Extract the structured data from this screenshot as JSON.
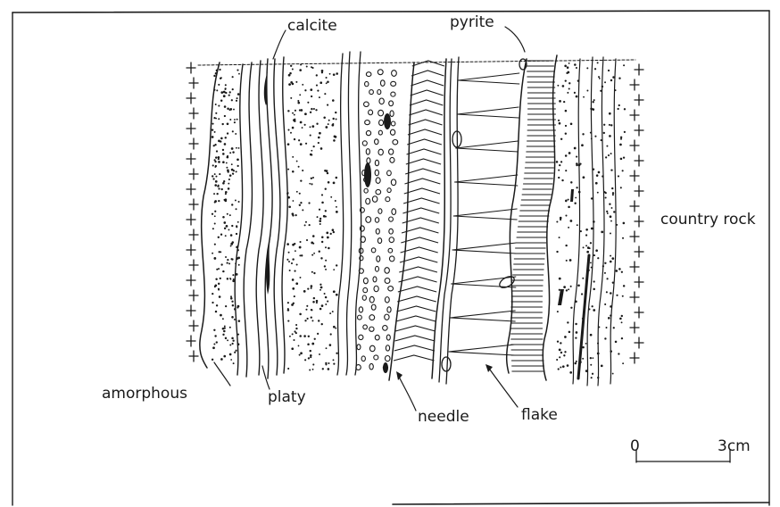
{
  "labels": {
    "calcite": "calcite",
    "pyrite": "pyrite",
    "country_rock": "country rock",
    "amorphous": "amorphous",
    "platy": "platy",
    "needle": "needle",
    "flake": "flake"
  },
  "scale_bar": {
    "start": "0",
    "end": "3cm"
  },
  "colors": {
    "ink": "#1a1a1a",
    "paper": "#ffffff"
  }
}
